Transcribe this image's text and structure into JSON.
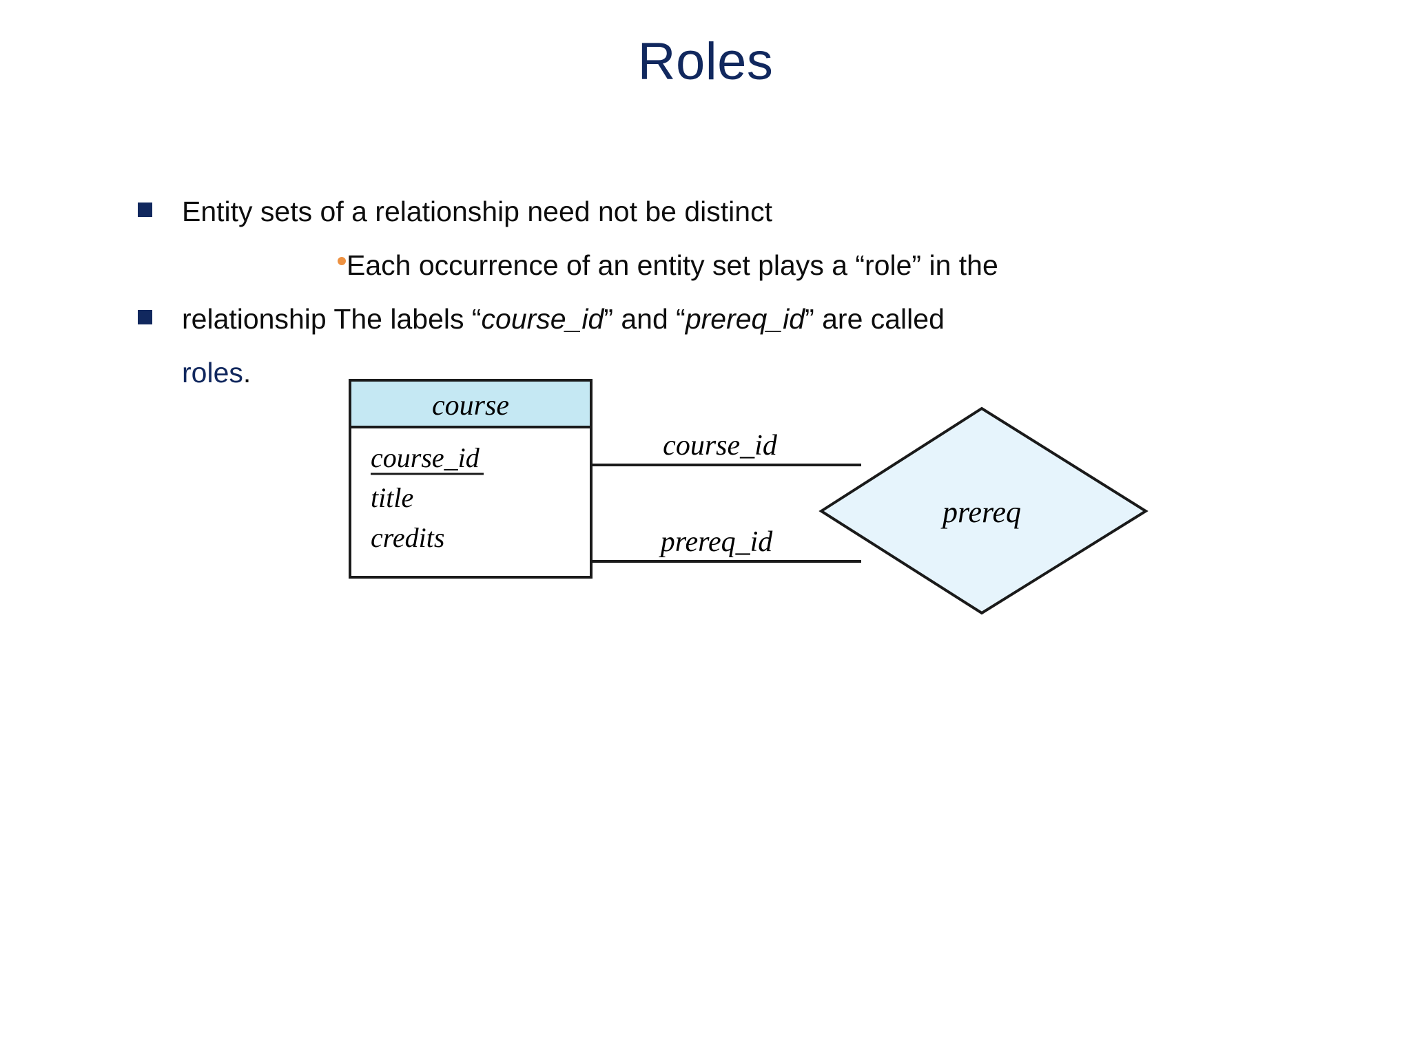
{
  "slide": {
    "title": "Roles",
    "title_color": "#11285e"
  },
  "body": {
    "bullet1": {
      "marker": "square-bullet",
      "text": "Entity sets of a relationship need not be distinct"
    },
    "bullet2": {
      "marker": "round-bullet",
      "text": "Each occurrence of an entity set plays a “role” in the"
    },
    "bullet3": {
      "marker": "square-bullet",
      "part1": "relationship The labels “",
      "italic1": "course_id",
      "part2": "” and “",
      "italic2": "prereq_id",
      "part3": "” are called"
    },
    "bullet3_cont": {
      "accent": "roles",
      "tail": "."
    },
    "colors": {
      "square_marker": "#11285e",
      "round_marker": "#ed9141",
      "accent_text": "#11285e",
      "body_text": "#0d0d0d"
    }
  },
  "diagram": {
    "type": "er-diagram",
    "entity": {
      "name": "course",
      "header_fill": "#c5e8f3",
      "body_fill": "#ffffff",
      "stroke": "#1a1a1a",
      "attributes": [
        {
          "name": "course_id",
          "primary_key": true
        },
        {
          "name": "title",
          "primary_key": false
        },
        {
          "name": "credits",
          "primary_key": false
        }
      ]
    },
    "relationship": {
      "name": "prereq",
      "fill": "#e6f4fc",
      "stroke": "#1a1a1a"
    },
    "edges": [
      {
        "role_label": "course_id",
        "from": "course",
        "to": "prereq"
      },
      {
        "role_label": "prereq_id",
        "from": "course",
        "to": "prereq"
      }
    ]
  }
}
